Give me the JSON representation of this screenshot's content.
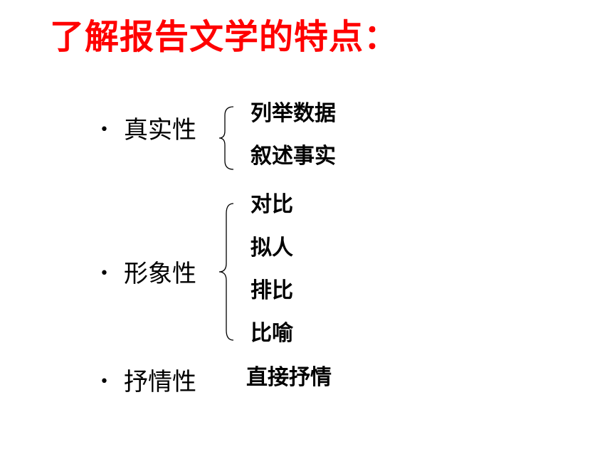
{
  "title": "了解报告文学的特点：",
  "colors": {
    "title": "#ff0000",
    "text": "#000000",
    "background": "#ffffff"
  },
  "bullet_icon": "bullet-dot",
  "bullet_glyph": "•",
  "sections": [
    {
      "label": "真实性",
      "items": [
        "列举数据",
        "叙述事实"
      ]
    },
    {
      "label": "形象性",
      "items": [
        "对比",
        "拟人",
        "排比",
        "比喻"
      ]
    },
    {
      "label": "抒情性",
      "items": [
        "直接抒情"
      ]
    }
  ]
}
